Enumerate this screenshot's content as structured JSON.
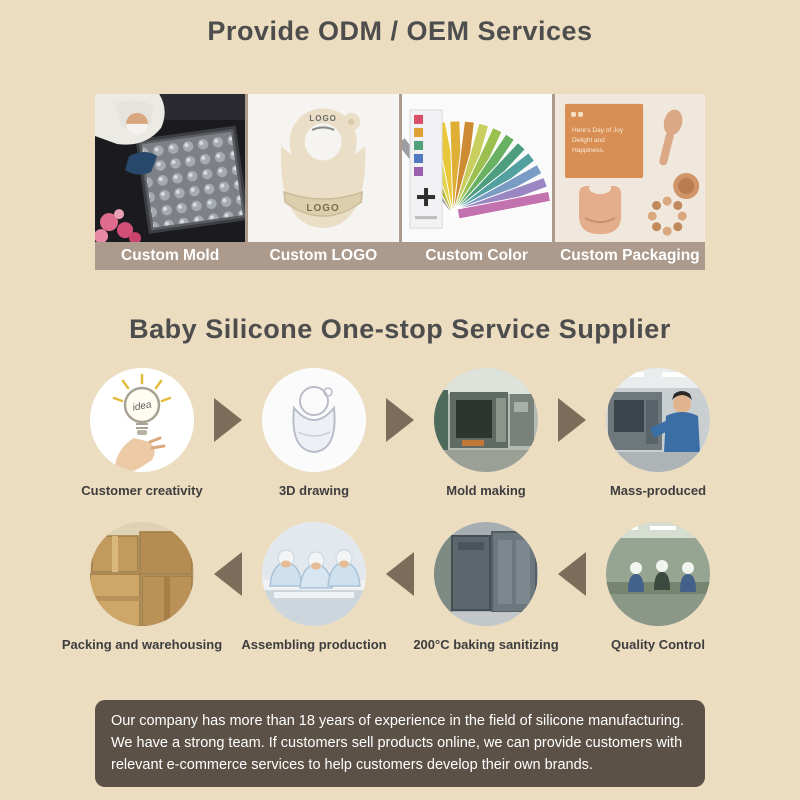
{
  "header": {
    "title": "Provide ODM / OEM Services"
  },
  "services": {
    "items": [
      {
        "label": "Custom Mold"
      },
      {
        "label": "Custom LOGO"
      },
      {
        "label": "Custom Color"
      },
      {
        "label": "Custom Packaging"
      }
    ],
    "bib_logo_text": "LOGO",
    "packaging_card_lines": [
      "Here's Day of Joy",
      "Delight and",
      "Happiness."
    ]
  },
  "section": {
    "title": "Baby Silicone One-stop Service Supplier"
  },
  "process": {
    "idea_text": "idea",
    "row1": [
      {
        "label": "Customer creativity"
      },
      {
        "label": "3D drawing"
      },
      {
        "label": "Mold making"
      },
      {
        "label": "Mass-produced"
      }
    ],
    "row2": [
      {
        "label": "Packing and warehousing"
      },
      {
        "label": "Assembling production"
      },
      {
        "label": "200°C baking sanitizing"
      },
      {
        "label": "Quality Control"
      }
    ]
  },
  "footer": {
    "text": "Our company has more than 18 years of experience in the field of silicone manufacturing. We have a strong team. If customers sell products online, we can provide customers with relevant e-commerce services to help customers develop their own brands."
  },
  "colors": {
    "background": "#ecdcc0",
    "band": "#ac9a8c",
    "arrow": "#7b6d59",
    "footer_bg": "#5b5147",
    "title_text": "#4d4d4d"
  }
}
